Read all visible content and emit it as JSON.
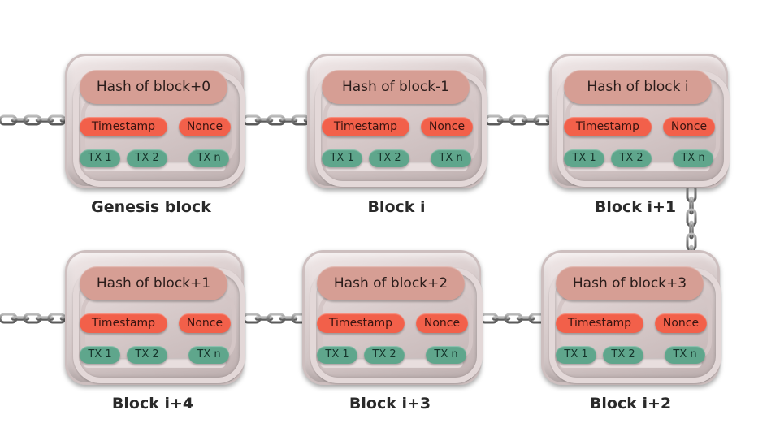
{
  "blocks": [
    {
      "name": "Genesis block",
      "hash": "Hash of block+0",
      "timestamp": "Timestamp",
      "nonce": "Nonce",
      "tx": [
        "TX 1",
        "TX 2",
        "TX n"
      ]
    },
    {
      "name": "Block i",
      "hash": "Hash of block-1",
      "timestamp": "Timestamp",
      "nonce": "Nonce",
      "tx": [
        "TX 1",
        "TX 2",
        "TX n"
      ]
    },
    {
      "name": "Block i+1",
      "hash": "Hash of block  i",
      "timestamp": "Timestamp",
      "nonce": "Nonce",
      "tx": [
        "TX 1",
        "TX 2",
        "TX n"
      ]
    },
    {
      "name": "Block i+4",
      "hash": "Hash of block+1",
      "timestamp": "Timestamp",
      "nonce": "Nonce",
      "tx": [
        "TX 1",
        "TX 2",
        "TX n"
      ]
    },
    {
      "name": "Block i+3",
      "hash": "Hash of block+2",
      "timestamp": "Timestamp",
      "nonce": "Nonce",
      "tx": [
        "TX 1",
        "TX 2",
        "TX n"
      ]
    },
    {
      "name": "Block i+2",
      "hash": "Hash of block+3",
      "timestamp": "Timestamp",
      "nonce": "Nonce",
      "tx": [
        "TX 1",
        "TX 2",
        "TX n"
      ]
    }
  ],
  "colors": {
    "hash_pill": "#d69e94",
    "timestamp_nonce_pill": "#f2604a",
    "tx_pill": "#5fa68c",
    "card": "#d9cccc",
    "chain": "#8a8a8a"
  }
}
